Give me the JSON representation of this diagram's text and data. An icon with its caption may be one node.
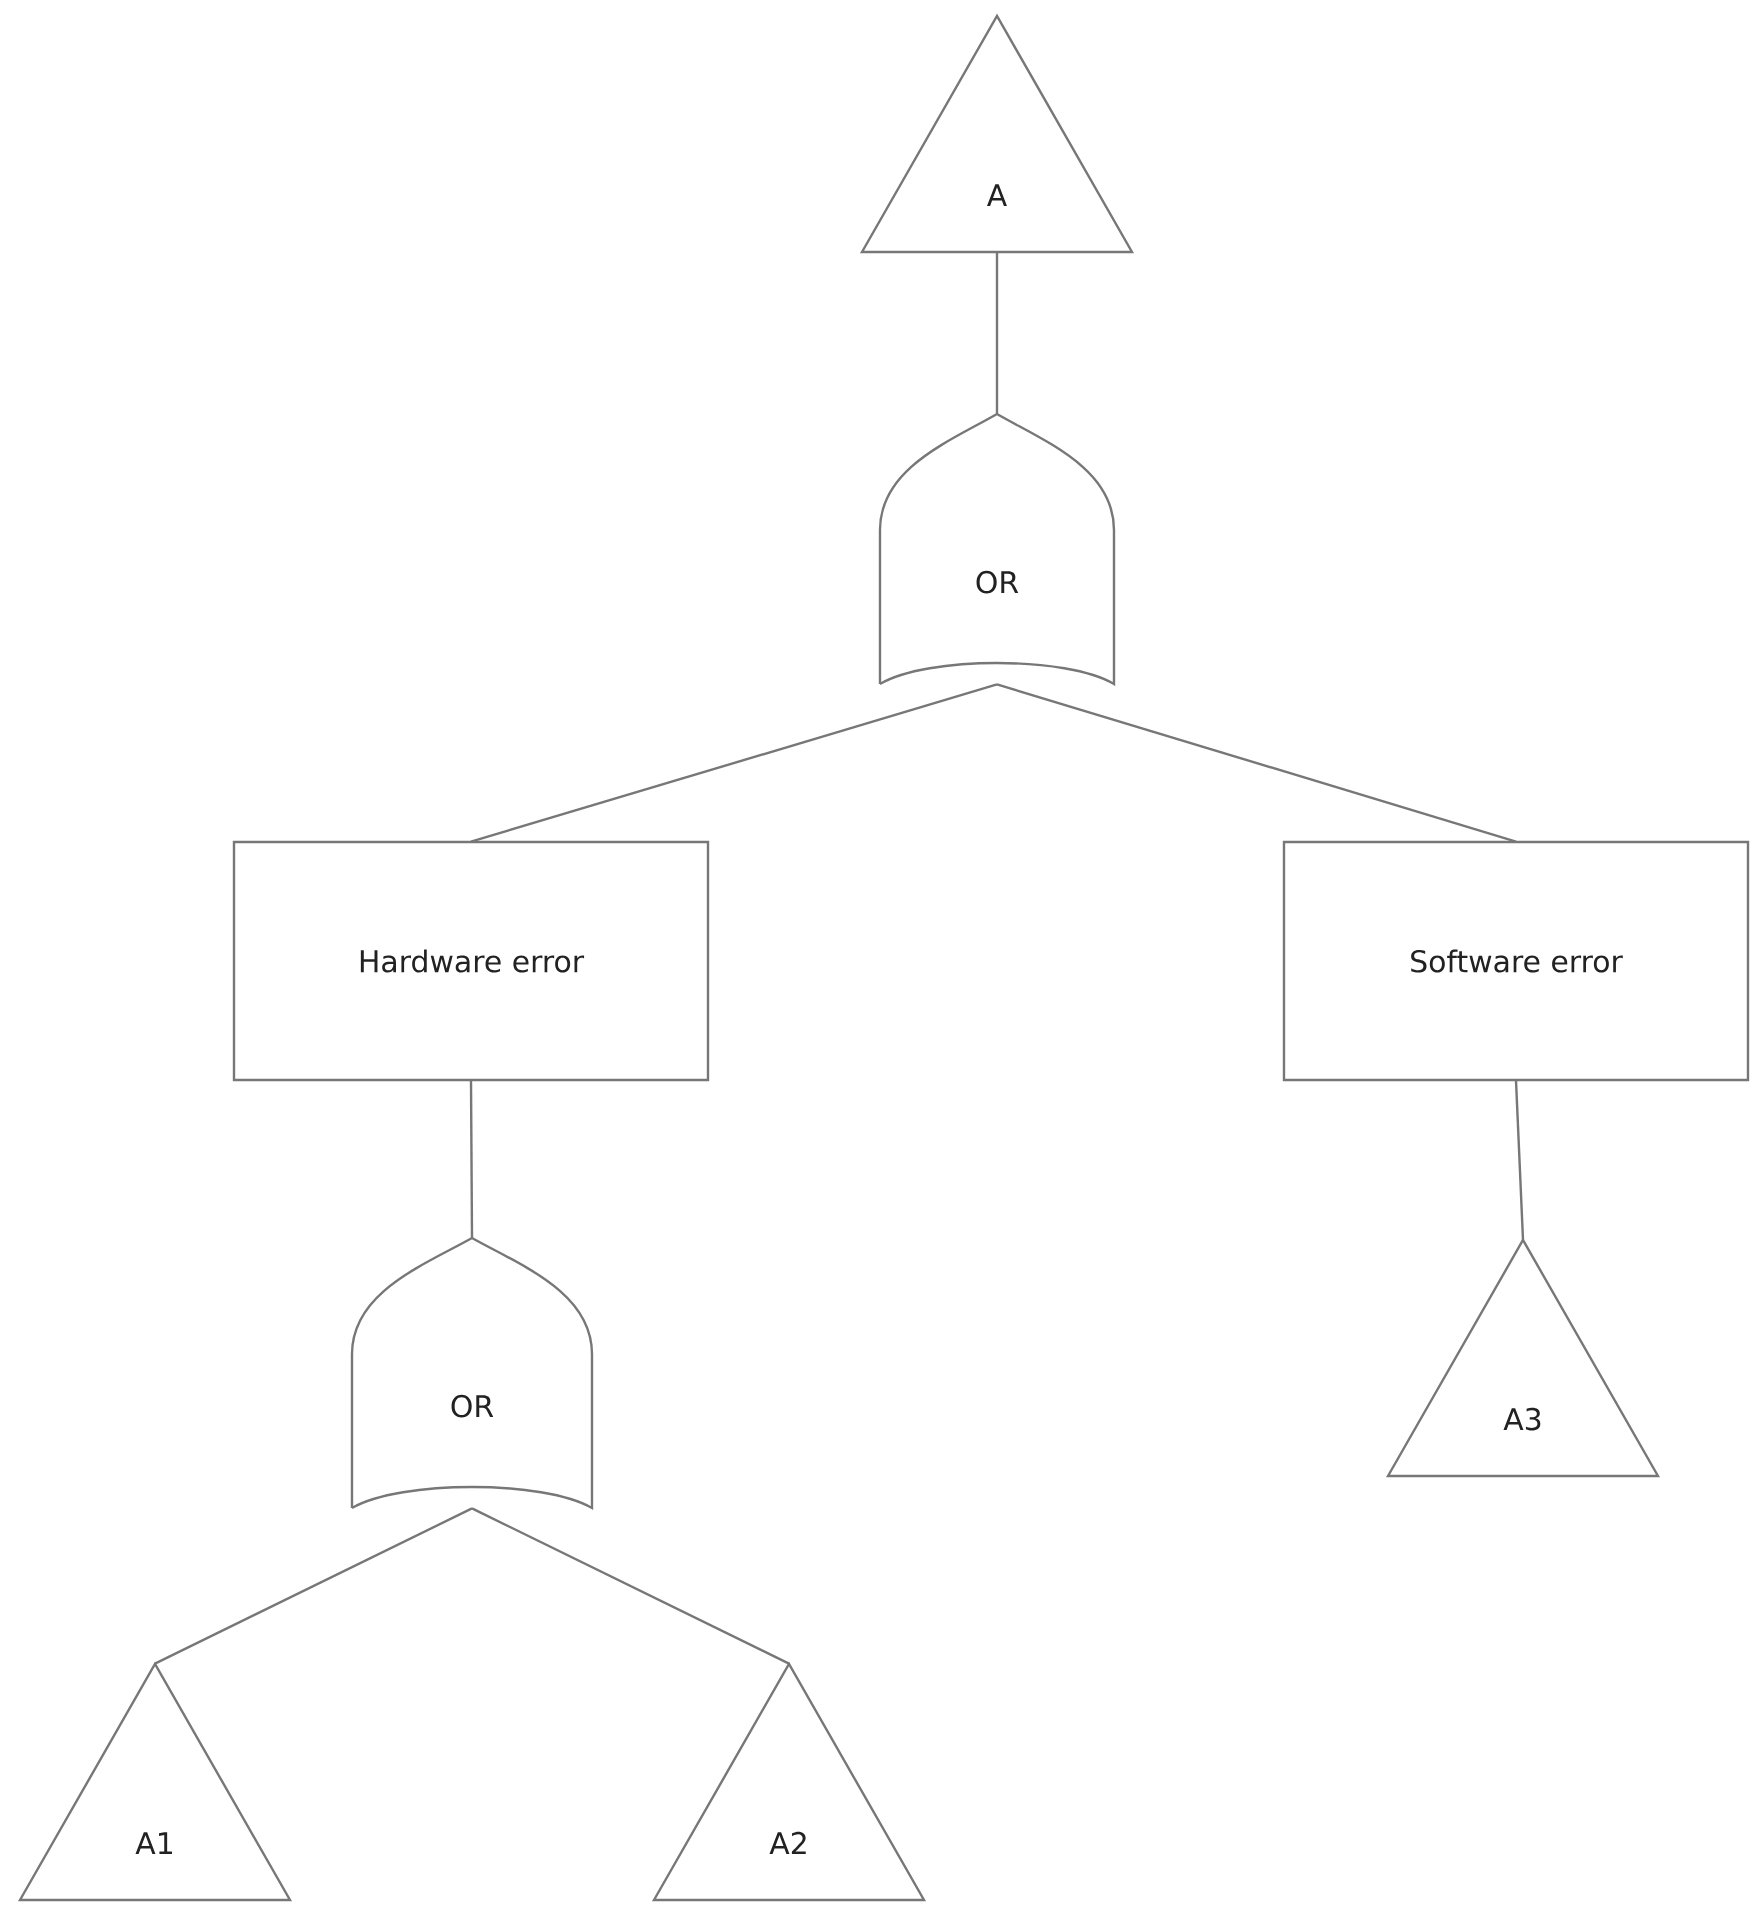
{
  "diagram": {
    "nodes": [
      {
        "text": [
          "A"
        ]
      },
      {
        "text": [
          "OR"
        ]
      },
      {
        "text": [
          "Hardware error"
        ]
      },
      {
        "text": [
          "Software error"
        ]
      },
      {
        "text": [
          "OR"
        ]
      },
      {
        "text": [
          "A3"
        ]
      },
      {
        "text": [
          "A1"
        ]
      },
      {
        "text": [
          "A2"
        ]
      }
    ],
    "edges": [
      {
        "from": 0,
        "to": 1,
        "arrow": "none"
      },
      {
        "from": 1,
        "to": 2,
        "arrow": "none"
      },
      {
        "from": 1,
        "to": 3,
        "arrow": "none"
      },
      {
        "from": 2,
        "to": 4,
        "arrow": "none"
      },
      {
        "from": 3,
        "to": 5,
        "arrow": "none"
      },
      {
        "from": 4,
        "to": 6,
        "arrow": "none"
      },
      {
        "from": 4,
        "to": 7,
        "arrow": "none"
      }
    ]
  }
}
